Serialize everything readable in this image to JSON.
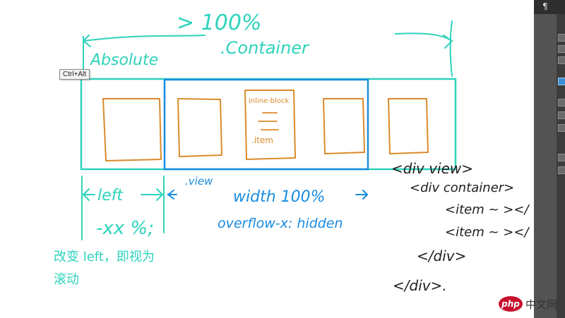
{
  "colors": {
    "teal": "#2fd3bc",
    "blue": "#1a8ce0",
    "orange": "#d98a2a",
    "ink": "#1f1f1f",
    "panel": "#535353"
  },
  "labels": {
    "width_top": "> 100%",
    "absolute": "Absolute",
    "container": ".Container",
    "inline_block": "inline-block",
    "item": ".item",
    "view": ".view",
    "left": "left",
    "left_value": "-xx %;",
    "note_line1": "改变 left，即视为",
    "note_line2": "滚动",
    "width": "width 100%",
    "overflow": "overflow-x: hidden"
  },
  "code": [
    "<div view>",
    "<div container>",
    "<item ~ ></",
    "<item ~ ></",
    "</div>",
    "</div>."
  ],
  "tooltip": "Ctrl+Alt",
  "panel": {
    "glyph": "¶",
    "tool_icons": [
      "",
      "",
      "",
      "",
      "",
      "",
      "",
      ""
    ]
  },
  "watermark": {
    "logo": "php",
    "text": "中文网"
  }
}
